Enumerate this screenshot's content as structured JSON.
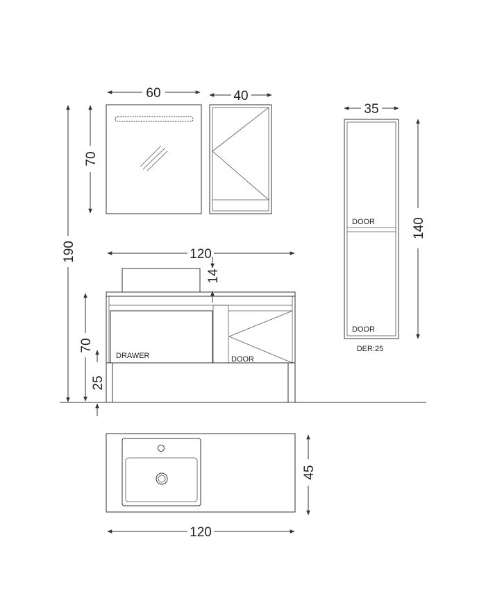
{
  "dimensions": {
    "mirror_width": "60",
    "cabinet_width": "40",
    "tall_width": "35",
    "mirror_height": "70",
    "total_height": "190",
    "tall_height": "140",
    "vanity_width": "120",
    "basin_height": "14",
    "vanity_height": "70",
    "leg_height": "25",
    "top_width": "120",
    "top_depth": "45"
  },
  "labels": {
    "drawer": "DRAWER",
    "door_vanity": "DOOR",
    "door_tall_top": "DOOR",
    "door_tall_bottom": "DOOR",
    "depth_note": "DER:25"
  },
  "colors": {
    "line": "#333333",
    "text": "#222222",
    "background": "#ffffff"
  }
}
